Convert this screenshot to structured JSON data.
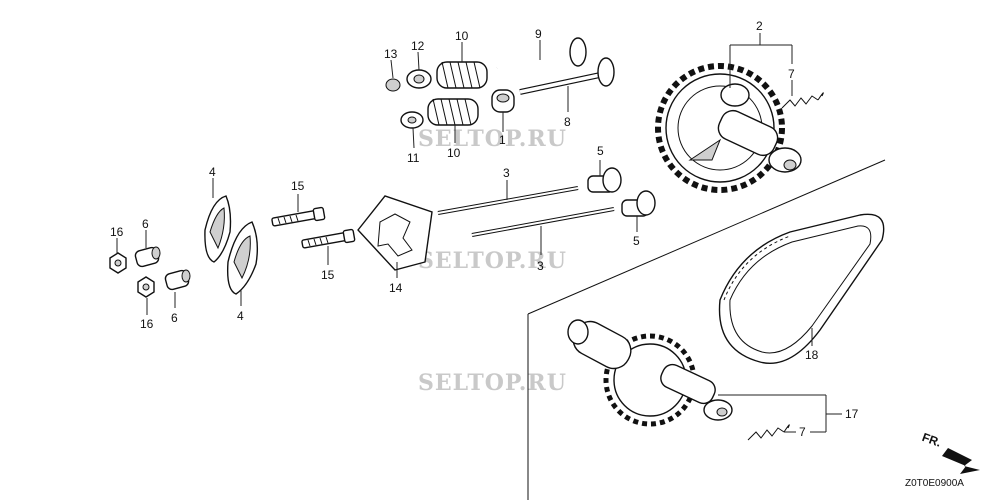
{
  "watermarks": [
    "SELTOP.RU",
    "SELTOP.RU",
    "SELTOP.RU"
  ],
  "diagram_code": "Z0T0E0900A",
  "direction_label": "FR.",
  "callouts": {
    "c1": "1",
    "c2": "2",
    "c3a": "3",
    "c3b": "3",
    "c4a": "4",
    "c4b": "4",
    "c5a": "5",
    "c5b": "5",
    "c6a": "6",
    "c6b": "6",
    "c7a": "7",
    "c7b": "7",
    "c8": "8",
    "c9": "9",
    "c10a": "10",
    "c10b": "10",
    "c11": "11",
    "c12": "12",
    "c13": "13",
    "c14": "14",
    "c15a": "15",
    "c15b": "15",
    "c16a": "16",
    "c16b": "16",
    "c17": "17",
    "c18": "18"
  }
}
